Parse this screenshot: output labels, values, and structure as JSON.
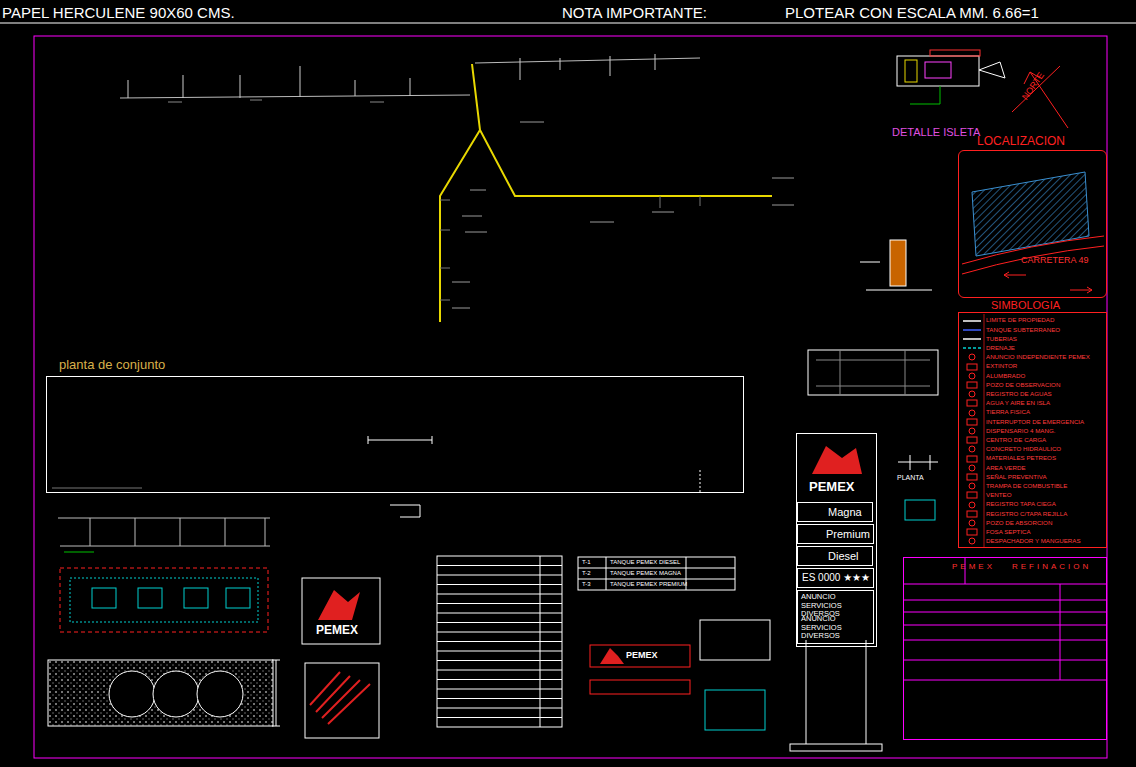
{
  "diagram": {
    "nodes": [
      {
        "text": [
          "LOCALIZACION",
          "CARRETERA 49"
        ]
      },
      {
        "text": [
          "SIMBOLOGIA"
        ]
      },
      {
        "text": [
          "planta de conjunto"
        ]
      },
      {
        "text": [
          "PEMEX"
        ]
      },
      {
        "text": [
          "Magna"
        ],
        "in": 3
      },
      {
        "text": [
          "Premium"
        ],
        "in": 3
      },
      {
        "text": [
          "Diesel"
        ],
        "in": 3
      },
      {
        "text": [
          "ES 0000 ★★★"
        ],
        "in": 3
      },
      {
        "text": [
          "ANUNCIO SERVICIOS DIVERSOS",
          "ANUNCIO SERVICIOS DIVERSOS"
        ],
        "in": 3
      },
      {
        "text": [
          "PEMEX",
          "REFINACION"
        ]
      }
    ],
    "labels": [
      "PAPEL HERCULENE 90X60 CMS.",
      "NOTA IMPORTANTE:",
      "PLOTEAR CON ESCALA MM. 6.66=1",
      "DETALLE ISLETA",
      "NORTE",
      "PLANTA",
      "T-1",
      "TANQUE PEMEX DIESEL",
      "T-2",
      "TANQUE PEMEX MAGNA",
      "T-3",
      "TANQUE PEMEX PREMIUM",
      "PEMEX",
      "PEMEX"
    ],
    "legend": [
      {
        "text": "LIMITE DE PROPIEDAD"
      },
      {
        "text": "TANQUE SUBTERRANEO"
      },
      {
        "text": "TUBERIAS"
      },
      {
        "text": "DRENAJE"
      },
      {
        "text": "ANUNCIO INDEPENDIENTE PEMEX"
      },
      {
        "text": "EXTINTOR"
      },
      {
        "text": "ALUMBRADO"
      },
      {
        "text": "POZO DE OBSERVACION"
      },
      {
        "text": "REGISTRO DE AGUAS"
      },
      {
        "text": "AGUA Y AIRE EN ISLA"
      },
      {
        "text": "TIERRA FISICA"
      },
      {
        "text": "INTERRUPTOR DE EMERGENCIA"
      },
      {
        "text": "DISPENSARIO 4 MANG."
      },
      {
        "text": "CENTRO DE CARGA"
      },
      {
        "text": "CONCRETO HIDRAULICO"
      },
      {
        "text": "MATERIALES PETREOS"
      },
      {
        "text": "AREA VERDE"
      },
      {
        "text": "SEÑAL PREVENTIVA"
      },
      {
        "text": "TRAMPA DE COMBUSTIBLE"
      },
      {
        "text": "VENTEO"
      },
      {
        "text": "REGISTRO TAPA CIEGA"
      },
      {
        "text": "REGISTRO C/TAPA REJILLA"
      },
      {
        "text": "POZO DE ABSORCION"
      },
      {
        "text": "FOSA SEPTICA"
      },
      {
        "text": "DESPACHADOR Y MANGUERAS"
      }
    ]
  }
}
